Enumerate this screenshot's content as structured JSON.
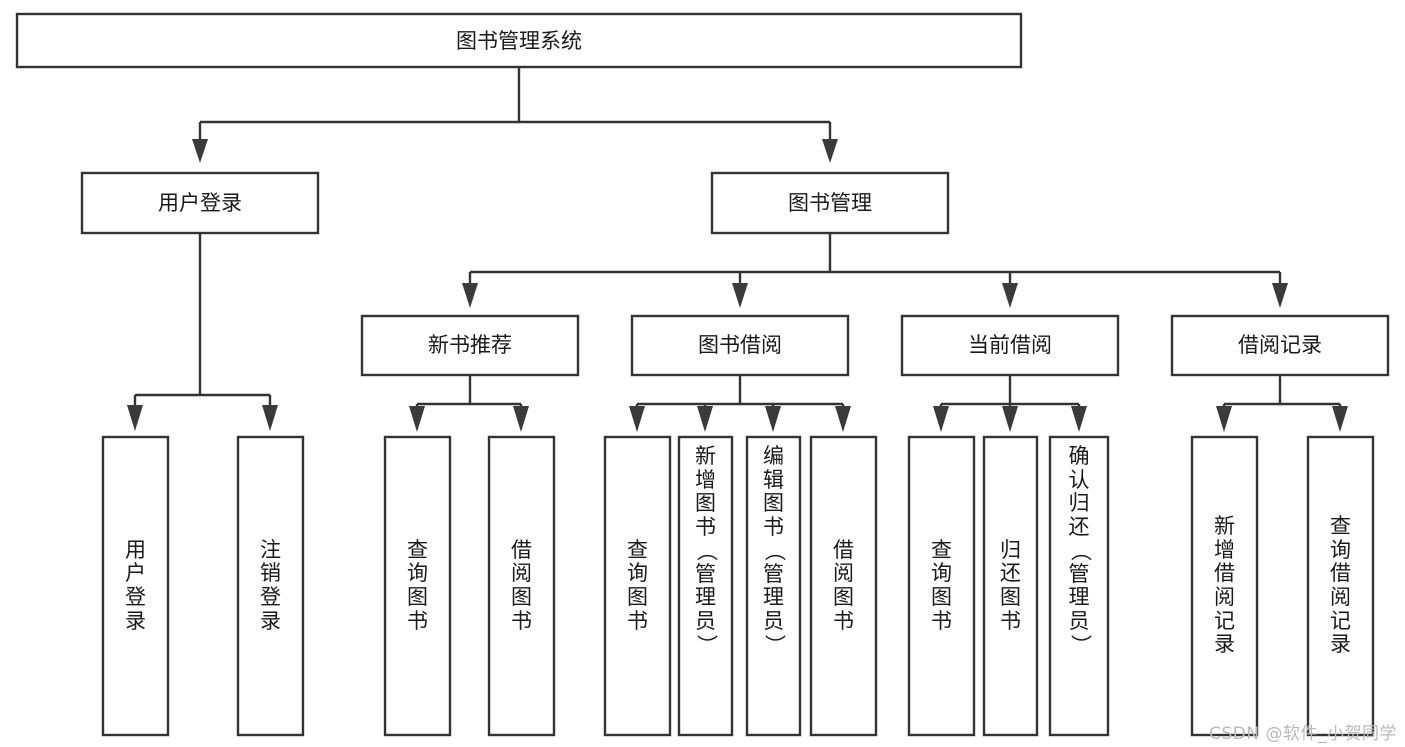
{
  "diagram": {
    "title": "图书管理系统",
    "type": "tree-hierarchy-chart",
    "watermark": "CSDN @软件_小贺同学",
    "colors": {
      "box_stroke": "#333333",
      "box_fill": "#ffffff",
      "text": "#1a1a1a",
      "watermark": "#b9b9b9",
      "background": "#ffffff"
    },
    "root": {
      "label": "图书管理系统"
    },
    "level2": [
      {
        "id": "user-login",
        "label": "用户登录"
      },
      {
        "id": "book-management",
        "label": "图书管理"
      }
    ],
    "level3": [
      {
        "id": "new-book-recommend",
        "label": "新书推荐"
      },
      {
        "id": "book-borrow",
        "label": "图书借阅"
      },
      {
        "id": "current-borrow",
        "label": "当前借阅"
      },
      {
        "id": "borrow-record",
        "label": "借阅记录"
      }
    ],
    "leaves": {
      "user-login": [
        {
          "id": "leaf-user-login",
          "label": "用户登录"
        },
        {
          "id": "leaf-logout-login",
          "label": "注销登录"
        }
      ],
      "new-book-recommend": [
        {
          "id": "leaf-query-book-1",
          "label": "查询图书"
        },
        {
          "id": "leaf-borrow-book-1",
          "label": "借阅图书"
        }
      ],
      "book-borrow": [
        {
          "id": "leaf-query-book-2",
          "label": "查询图书"
        },
        {
          "id": "leaf-add-book",
          "label": "新增图书（管理员）"
        },
        {
          "id": "leaf-edit-book",
          "label": "编辑图书（管理员）"
        },
        {
          "id": "leaf-borrow-book-2",
          "label": "借阅图书"
        }
      ],
      "current-borrow": [
        {
          "id": "leaf-query-book-3",
          "label": "查询图书"
        },
        {
          "id": "leaf-return-book",
          "label": "归还图书"
        },
        {
          "id": "leaf-confirm-return",
          "label": "确认归还（管理员）"
        }
      ],
      "borrow-record": [
        {
          "id": "leaf-add-record",
          "label": "新增借阅记录"
        },
        {
          "id": "leaf-query-record",
          "label": "查询借阅记录"
        }
      ]
    }
  }
}
